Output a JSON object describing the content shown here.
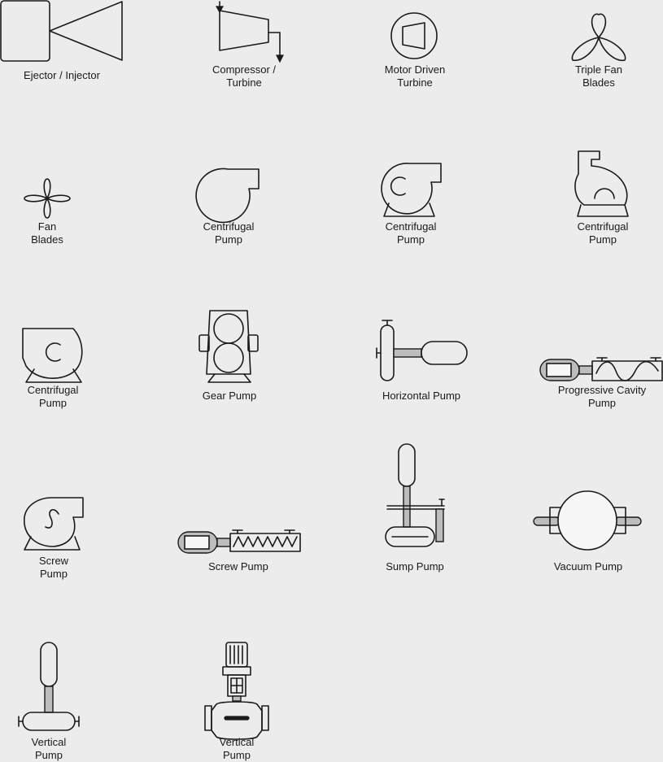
{
  "shapes": [
    {
      "id": "ejector-injector",
      "label": "Ejector / Injector"
    },
    {
      "id": "compressor-turbine",
      "label": "Compressor /\nTurbine"
    },
    {
      "id": "motor-driven-turbine",
      "label": "Motor Driven\nTurbine"
    },
    {
      "id": "triple-fan-blades",
      "label": "Triple Fan\nBlades"
    },
    {
      "id": "fan-blades",
      "label": "Fan\nBlades"
    },
    {
      "id": "centrifugal-pump-1",
      "label": "Centrifugal\nPump"
    },
    {
      "id": "centrifugal-pump-2",
      "label": "Centrifugal\nPump"
    },
    {
      "id": "centrifugal-pump-3",
      "label": "Centrifugal\nPump"
    },
    {
      "id": "centrifugal-pump-4",
      "label": "Centrifugal\nPump"
    },
    {
      "id": "gear-pump",
      "label": "Gear Pump"
    },
    {
      "id": "horizontal-pump",
      "label": "Horizontal Pump"
    },
    {
      "id": "progressive-cavity-pump",
      "label": "Progressive Cavity\nPump"
    },
    {
      "id": "screw-pump-1",
      "label": "Screw\nPump"
    },
    {
      "id": "screw-pump-2",
      "label": "Screw Pump"
    },
    {
      "id": "sump-pump",
      "label": "Sump Pump"
    },
    {
      "id": "vacuum-pump",
      "label": "Vacuum Pump"
    },
    {
      "id": "vertical-pump-1",
      "label": "Vertical\nPump"
    },
    {
      "id": "vertical-pump-2",
      "label": "Vertical\nPump"
    }
  ]
}
